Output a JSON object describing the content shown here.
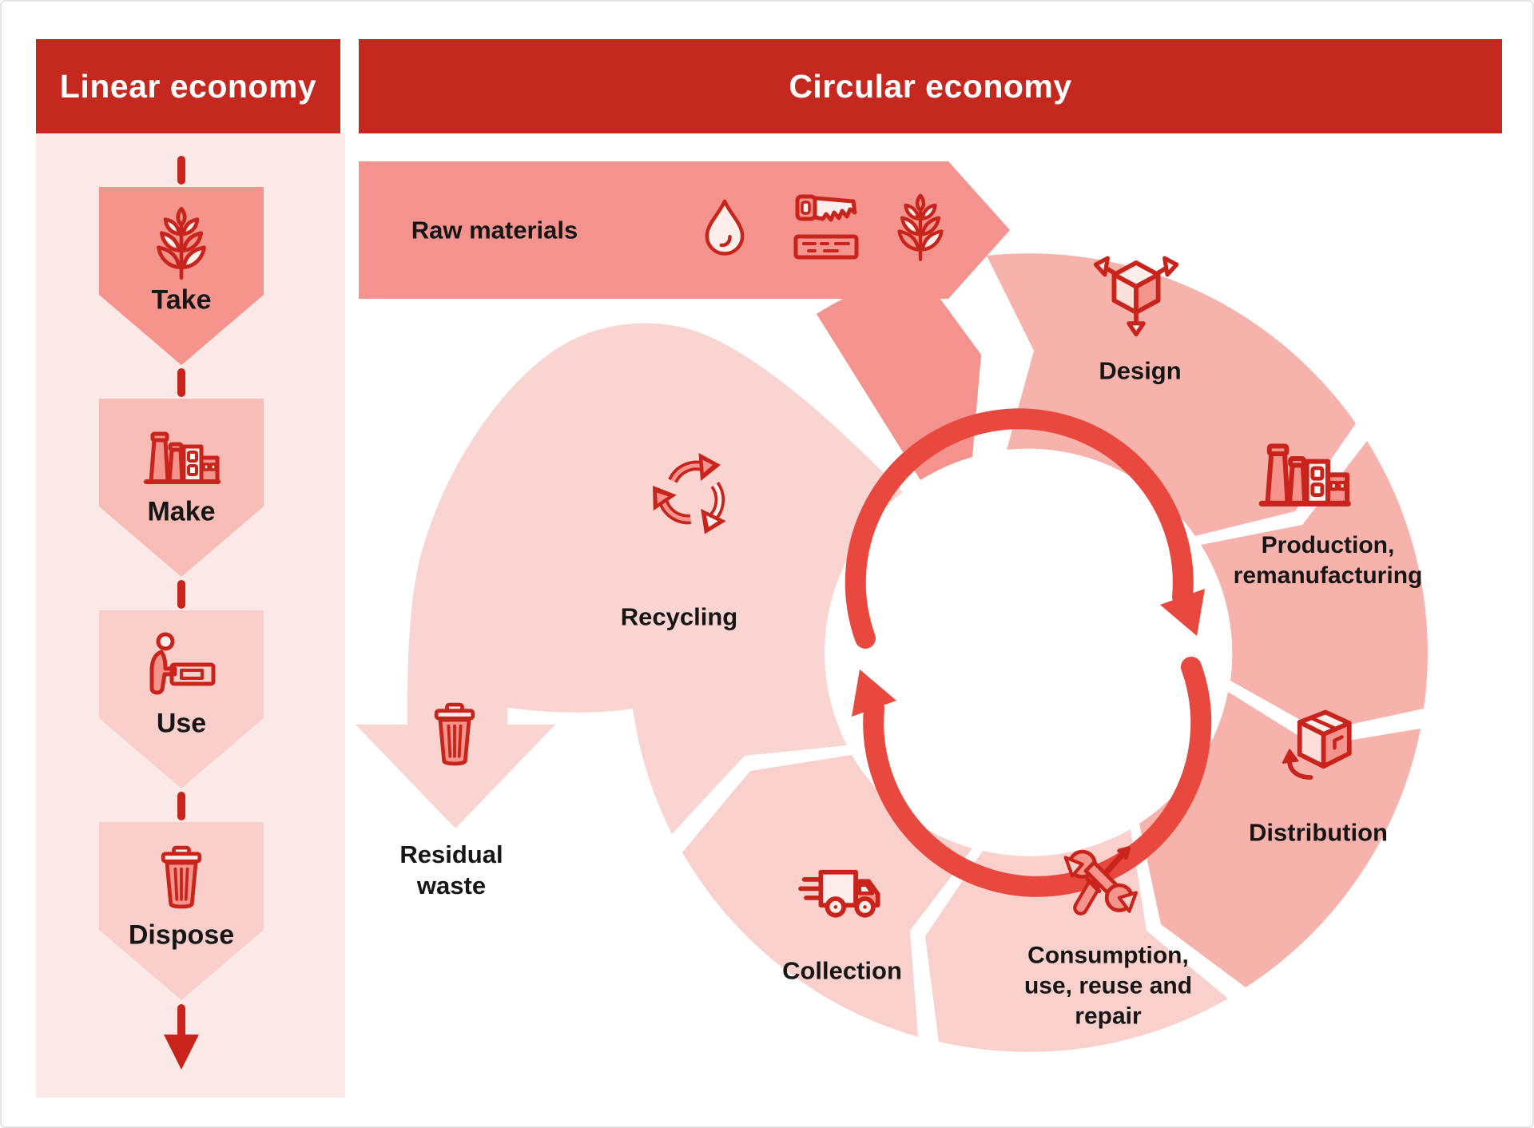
{
  "linear": {
    "title": "Linear economy",
    "steps": [
      {
        "label": "Take",
        "icon": "wheat-icon"
      },
      {
        "label": "Make",
        "icon": "factory-icon"
      },
      {
        "label": "Use",
        "icon": "person-at-desk-icon"
      },
      {
        "label": "Dispose",
        "icon": "trash-icon"
      }
    ]
  },
  "circular": {
    "title": "Circular economy",
    "input_band": {
      "label": "Raw materials",
      "icons": [
        "water-droplet-icon",
        "saw-wood-icon",
        "wheat-icon"
      ]
    },
    "stages": [
      {
        "label": "Design",
        "icon": "cube-arrows-icon"
      },
      {
        "label": "Production, remanufacturing",
        "icon": "factory-icon"
      },
      {
        "label": "Distribution",
        "icon": "box-return-icon"
      },
      {
        "label": "Consumption, use, reuse and repair",
        "icon": "tools-icon"
      },
      {
        "label": "Collection",
        "icon": "truck-icon"
      },
      {
        "label": "Recycling",
        "icon": "recycle-icon"
      }
    ],
    "output": {
      "label": "Residual waste",
      "icon": "trash-icon"
    },
    "center_icon": "cycle-arrows-icon"
  },
  "colors": {
    "header_red": "#C5281E",
    "icon_stroke_red": "#C9241B",
    "salmon": "#F4938D",
    "mid_pink": "#F7B2AC",
    "light_pink": "#FAD0CC",
    "pale_pink_column": "#FBE9E7",
    "residual_pink": "#FAD4D0",
    "cycle_arrow_red": "#E8483E",
    "label_black": "#161616"
  }
}
